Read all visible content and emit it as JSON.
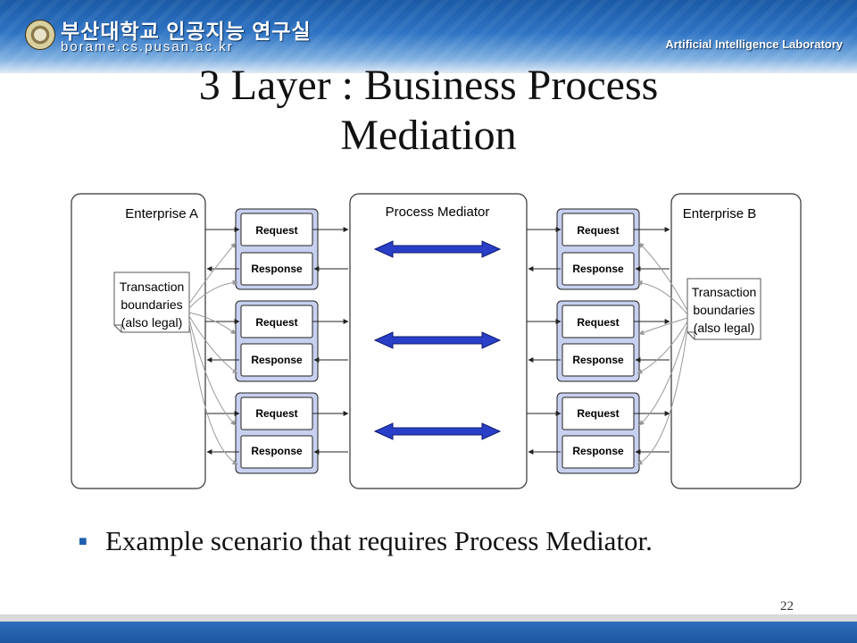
{
  "header": {
    "university_name": "부산대학교 인공지능 연구실",
    "url": "borame.cs.pusan.ac.kr",
    "lab_name": "Artificial Intelligence Laboratory"
  },
  "slide": {
    "title_line1": "3 Layer : Business Process",
    "title_line2": "Mediation",
    "bullet": "Example scenario that requires Process Mediator.",
    "page_number": "22"
  },
  "diagram": {
    "enterprise_a": "Enterprise A",
    "enterprise_b": "Enterprise B",
    "process_mediator": "Process Mediator",
    "request_label": "Request",
    "response_label": "Response",
    "note_line1": "Transaction",
    "note_line2": "boundaries",
    "note_line3": "(also legal)"
  },
  "colors": {
    "header_blue": "#2f74c4",
    "message_fill": "#c8d0f0",
    "arrow_blue": "#2a3fc8"
  }
}
